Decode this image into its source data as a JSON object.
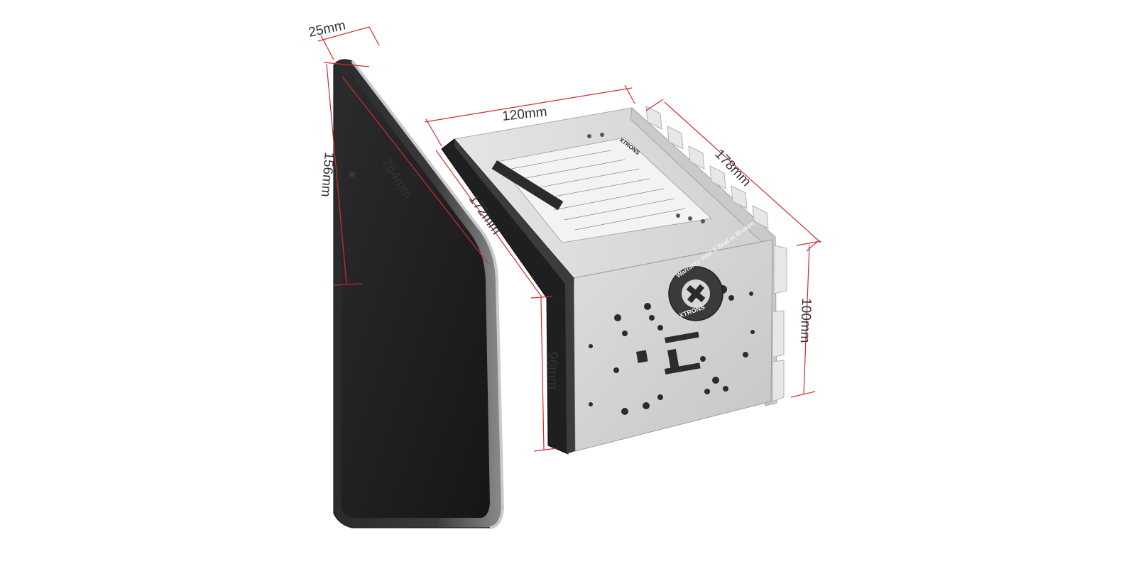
{
  "dimensions": {
    "depth_bezel": "25mm",
    "chassis_depth": "120mm",
    "chassis_diag": "178mm",
    "screen_height": "156mm",
    "screen_diagonal": "264mm",
    "face_width": "172mm",
    "face_height": "96mm",
    "chassis_height": "100mm"
  },
  "seal": {
    "line1": "Warranty Void if Seal is Broken",
    "brand": "XTRONS"
  },
  "top_label": {
    "brand": "XTRONS"
  },
  "colors": {
    "dimension_line": "#d42a2a",
    "screen": "#1c1c1e",
    "chassis": "#d9dadb",
    "chassis_dark": "#b8babc"
  }
}
